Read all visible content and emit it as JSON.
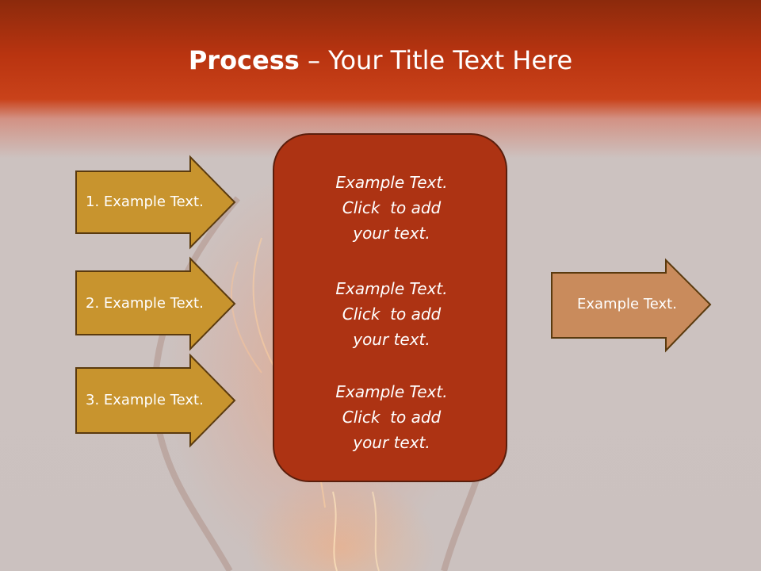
{
  "title": {
    "bold": "Process",
    "dash": "–",
    "rest": "Your Title Text Here"
  },
  "left_arrows": [
    {
      "label": "1. Example Text."
    },
    {
      "label": "2. Example Text."
    },
    {
      "label": "3. Example Text."
    }
  ],
  "center": {
    "blocks": [
      {
        "line1": "Example Text.",
        "line2": "Click  to add",
        "line3": "your text."
      },
      {
        "line1": "Example Text.",
        "line2": "Click  to add",
        "line3": "your text."
      },
      {
        "line1": "Example Text.",
        "line2": "Click  to add",
        "line3": "your text."
      }
    ]
  },
  "right_arrow": {
    "label": "Example Text."
  },
  "colors": {
    "header": "#b93410",
    "left_arrow_fill": "#c8942e",
    "arrow_border": "#5a3a0e",
    "center_fill": "#ad3313",
    "right_arrow_fill": "#c98b5c"
  }
}
